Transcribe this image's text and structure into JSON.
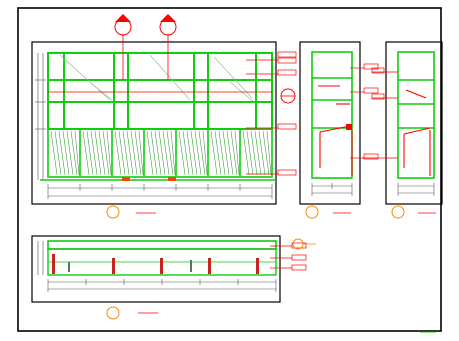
{
  "drawing": {
    "colors": {
      "frame": "#000000",
      "outline": "#000000",
      "panel": "#11cc11",
      "annotation": "#ff0000",
      "callout": "#ff0000",
      "hatch": "#339933",
      "dimension": "#555555",
      "label": "#ff8800"
    },
    "views": [
      {
        "id": "A",
        "label": "",
        "subtitle": ""
      },
      {
        "id": "B",
        "label": "",
        "subtitle": ""
      },
      {
        "id": "C",
        "label": "",
        "subtitle": ""
      },
      {
        "id": "D",
        "label": "",
        "subtitle": ""
      }
    ],
    "section_markers": [
      {
        "label": "",
        "sheet": ""
      },
      {
        "label": "",
        "sheet": ""
      }
    ],
    "notes": "",
    "sheet_footer": ""
  }
}
